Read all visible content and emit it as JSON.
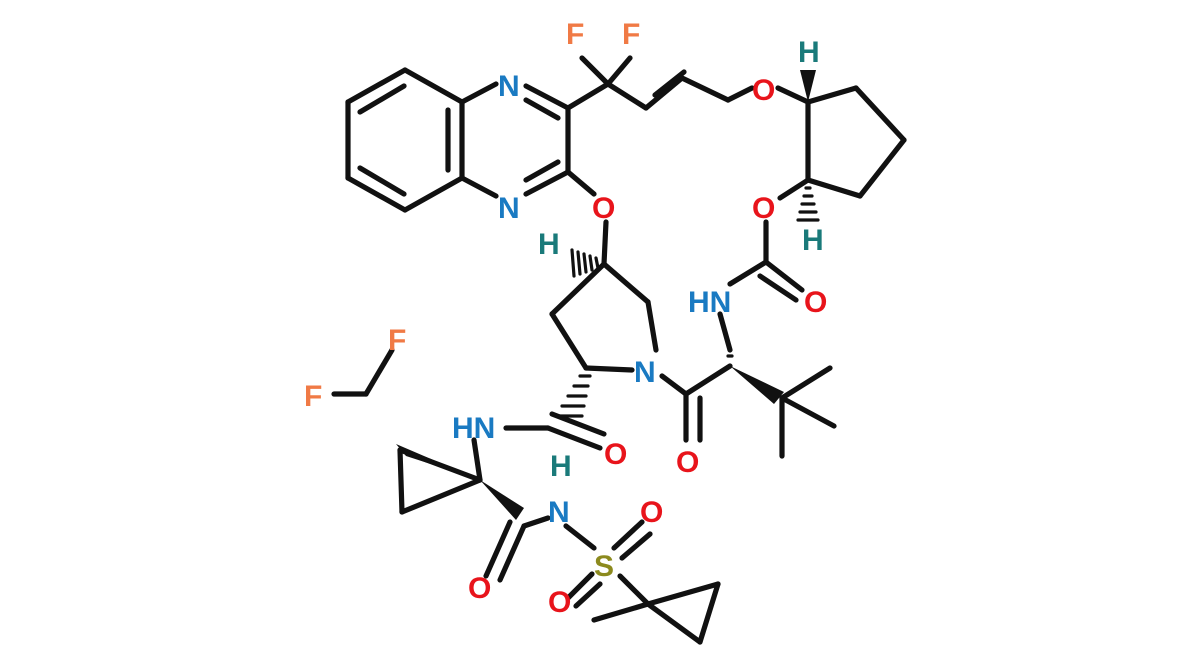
{
  "colors": {
    "bond": "#111111",
    "N": "#1a7ac2",
    "O": "#e8141b",
    "F": "#f07a45",
    "S": "#8c8a1e",
    "H_stereo": "#1a7a7a",
    "background": "#ffffff"
  },
  "atoms": {
    "F1": "F",
    "F2": "F",
    "N_q1": "N",
    "N_q2": "N",
    "O_ring": "O",
    "H_cp1": "H",
    "O_ether": "O",
    "O_carb": "O",
    "H_cp2": "H",
    "H_pro": "H",
    "HN_carb": "HN",
    "O_carb_dbl": "O",
    "N_pro": "N",
    "F3": "F",
    "F4": "F",
    "NH_amide": "HN",
    "O_amide": "O",
    "O_val": "O",
    "H_sulf": "H",
    "N_sulf": "N",
    "O_s1": "O",
    "S": "S",
    "O_s2": "O",
    "O_cprop": "O"
  }
}
